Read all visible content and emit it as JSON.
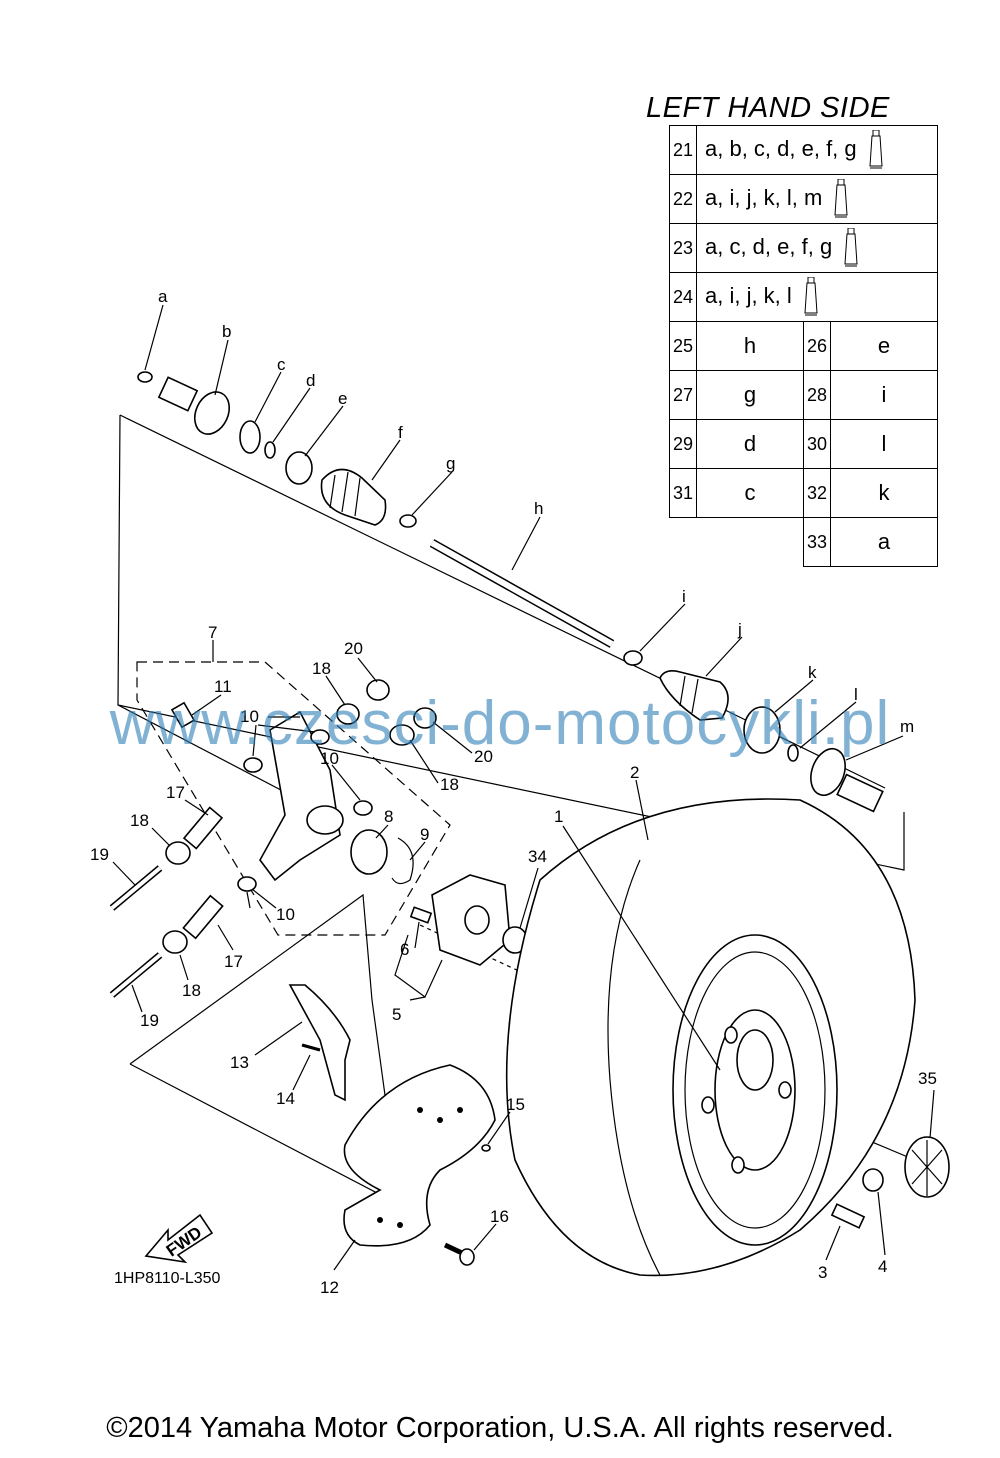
{
  "table": {
    "title": "LEFT HAND SIDE",
    "rows": [
      {
        "num": "21",
        "letters": "a, b, c, d, e, f, g"
      },
      {
        "num": "22",
        "letters": "a, i, j, k, l, m"
      },
      {
        "num": "23",
        "letters": "a, c, d, e, f, g"
      },
      {
        "num": "24",
        "letters": "a, i, j, k, l"
      }
    ],
    "pairs": [
      {
        "n1": "25",
        "v1": "h",
        "n2": "26",
        "v2": "e"
      },
      {
        "n1": "27",
        "v1": "g",
        "n2": "28",
        "v2": "i"
      },
      {
        "n1": "29",
        "v1": "d",
        "n2": "30",
        "v2": "l"
      },
      {
        "n1": "31",
        "v1": "c",
        "n2": "32",
        "v2": "k"
      }
    ],
    "last": {
      "n": "33",
      "v": "a"
    }
  },
  "callouts": {
    "a": "a",
    "b": "b",
    "c": "c",
    "d": "d",
    "e": "e",
    "f": "f",
    "g": "g",
    "h": "h",
    "i": "i",
    "j": "j",
    "k": "k",
    "l": "l",
    "m": "m",
    "n1": "1",
    "n2": "2",
    "n3": "3",
    "n4": "4",
    "n5": "5",
    "n6": "6",
    "n7": "7",
    "n8": "8",
    "n9": "9",
    "n10a": "10",
    "n10b": "10",
    "n10c": "10",
    "n11": "11",
    "n12": "12",
    "n13": "13",
    "n14": "14",
    "n15": "15",
    "n16": "16",
    "n17a": "17",
    "n17b": "17",
    "n18a": "18",
    "n18b": "18",
    "n18c": "18",
    "n18d": "18",
    "n19a": "19",
    "n19b": "19",
    "n20a": "20",
    "n20b": "20",
    "n34": "34",
    "n35": "35",
    "fwd": "FWD"
  },
  "watermark": "www.czesci-do-motocykli.pl",
  "figure_code": "1HP8110-L350",
  "copyright": "©2014 Yamaha Motor Corporation, U.S.A. All rights reserved."
}
